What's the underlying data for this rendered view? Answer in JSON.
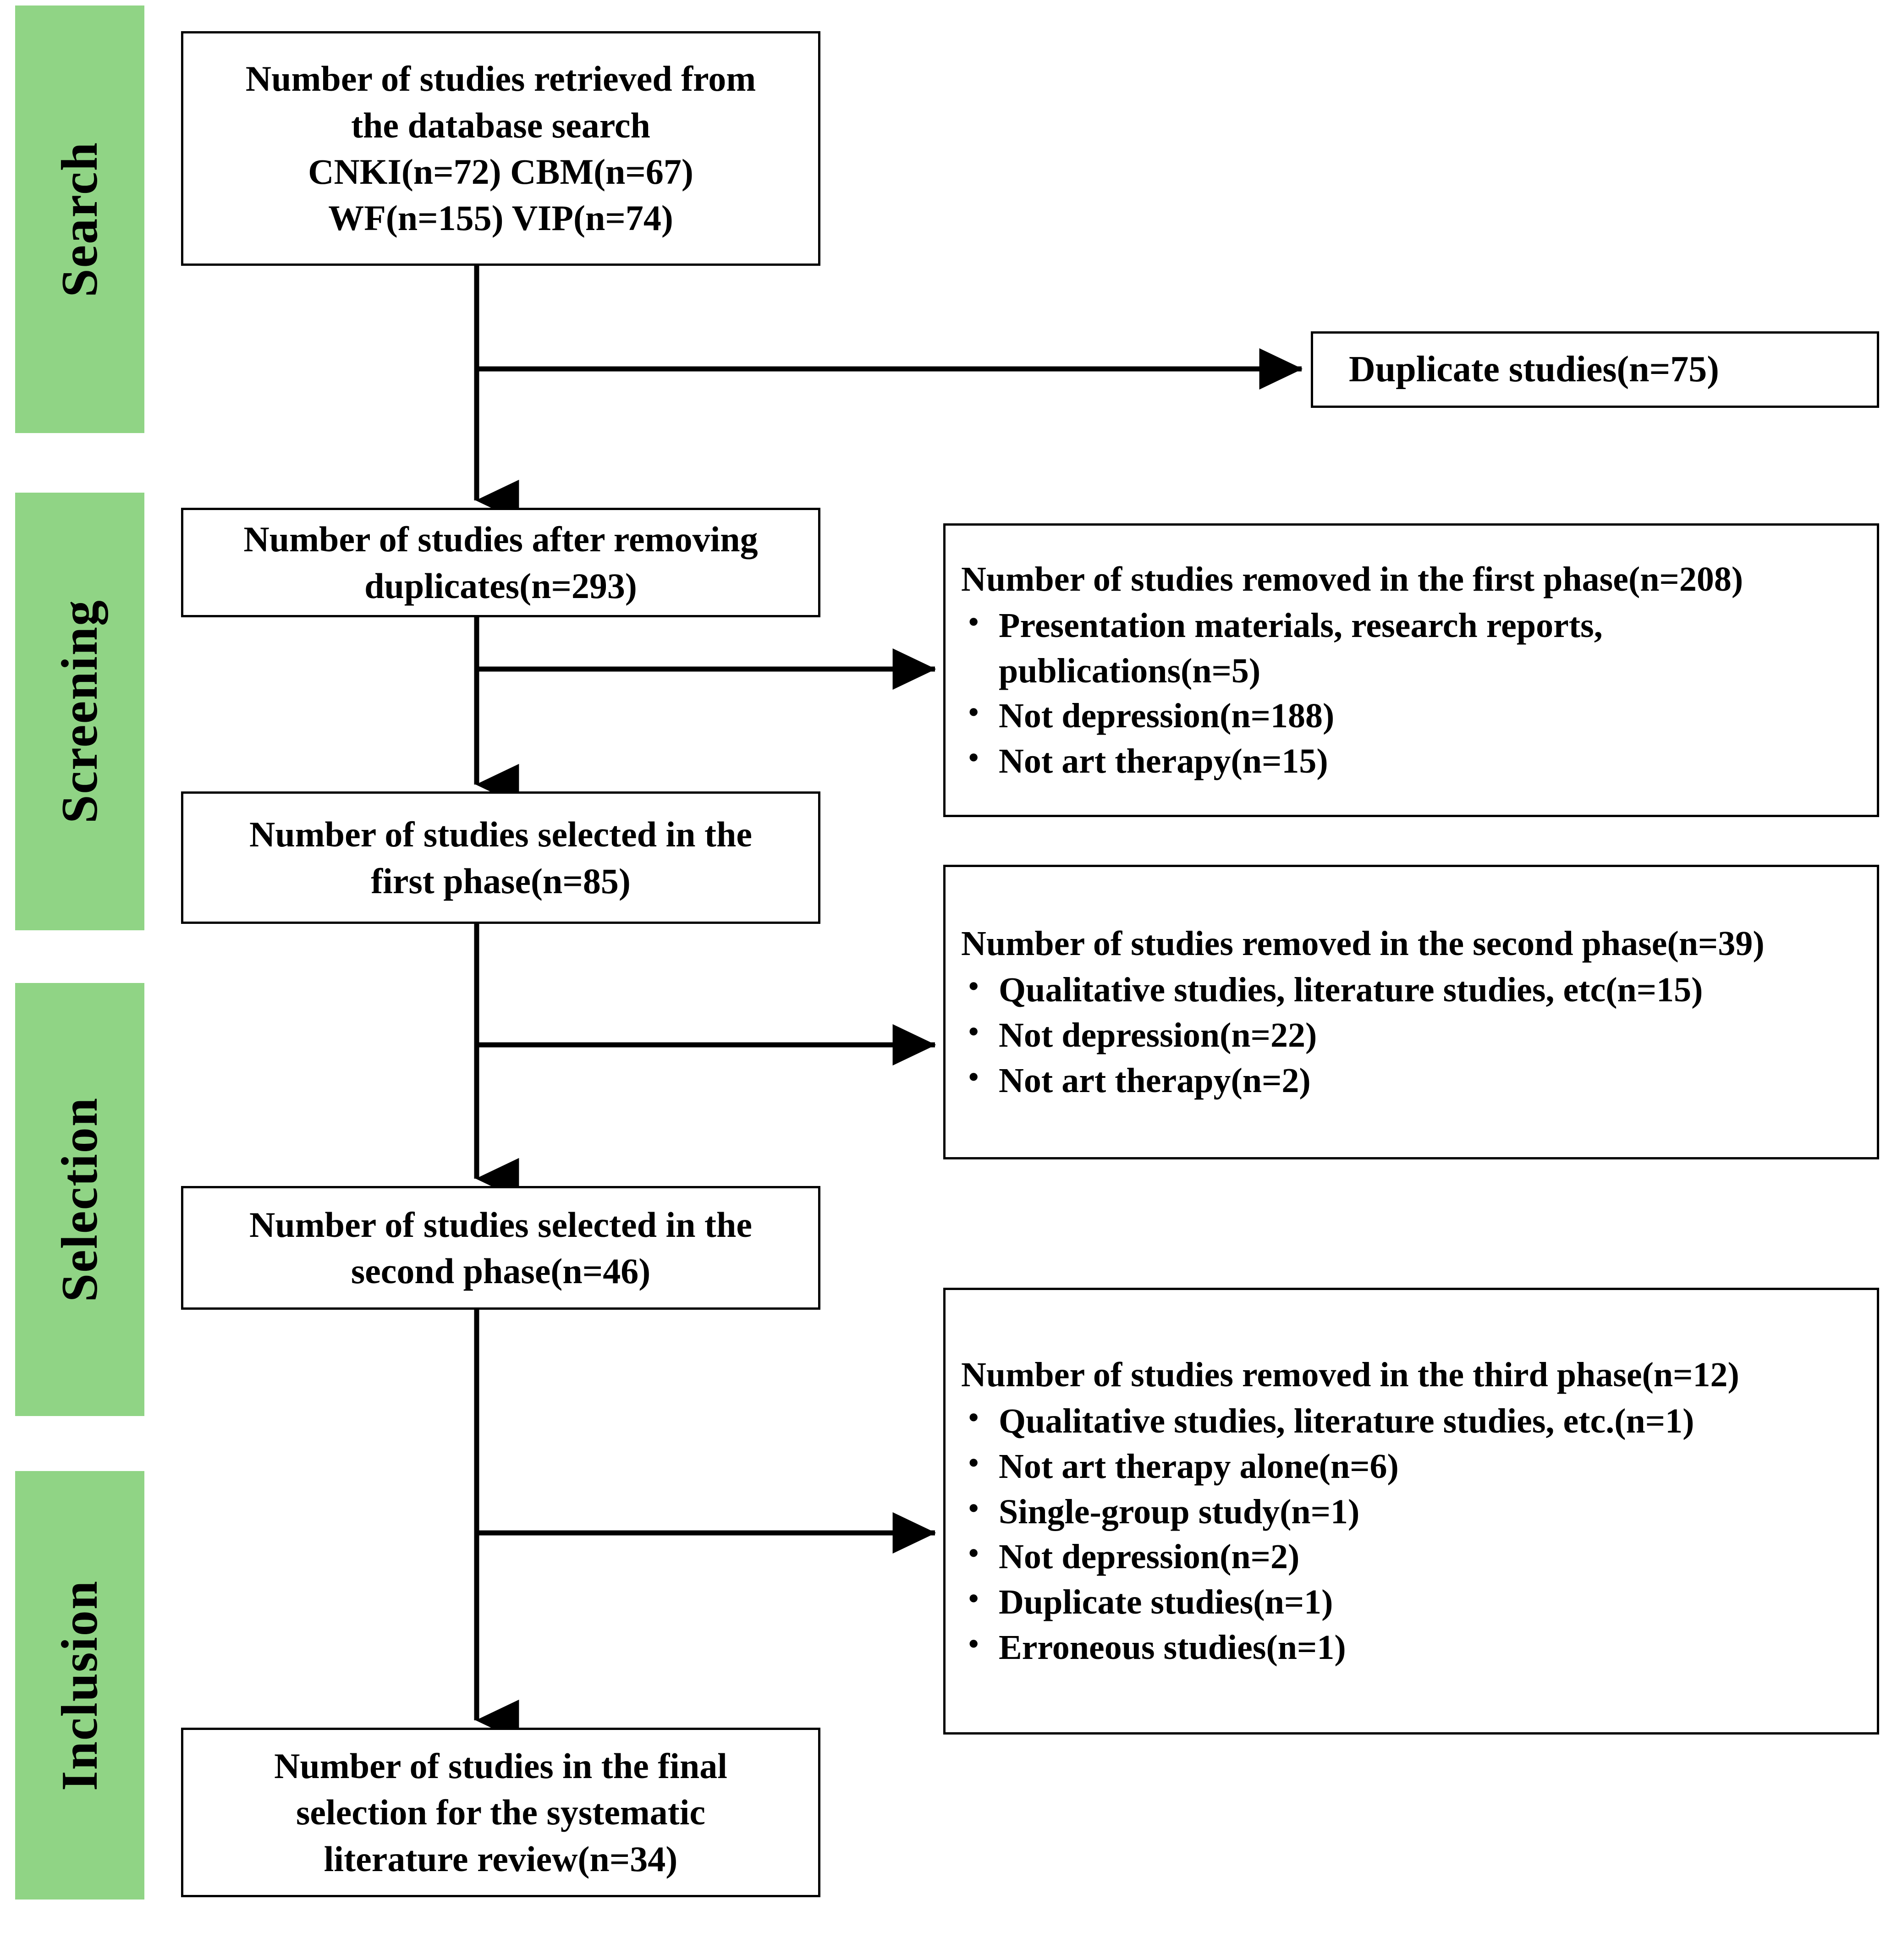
{
  "diagram": {
    "title": "PRISMA study selection flow diagram",
    "stage_bar_color": "#90D485",
    "line_color": "#000000",
    "box_border_color": "#000000",
    "box_fill_color": "#FFFFFF"
  },
  "stages": [
    {
      "id": "search",
      "label": "Search"
    },
    {
      "id": "screening",
      "label": "Screening"
    },
    {
      "id": "selection",
      "label": "Selection"
    },
    {
      "id": "inclusion",
      "label": "Inclusion"
    }
  ],
  "flow_nodes": {
    "retrieved": {
      "lines": [
        "Number of studies retrieved from",
        "the database search",
        "CNKI(n=72)   CBM(n=67)",
        "WF(n=155)   VIP(n=74)"
      ]
    },
    "after_duplicates": {
      "lines": [
        "Number of studies after removing",
        "duplicates(n=293)"
      ]
    },
    "selected_first": {
      "lines": [
        "Number of studies selected in the",
        "first phase(n=85)"
      ]
    },
    "selected_second": {
      "lines": [
        "Number of studies selected in the",
        "second phase(n=46)"
      ]
    },
    "final_selection": {
      "lines": [
        "Number of studies in the final",
        "selection for the systematic",
        "literature review(n=34)"
      ]
    }
  },
  "exclusion_nodes": {
    "duplicates": {
      "label": "Duplicate studies(n=75)"
    },
    "removed_first": {
      "heading": "Number of studies removed in  the first phase(n=208)",
      "items": [
        "Presentation materials, research reports, publications(n=5)",
        "Not depression(n=188)",
        "Not art therapy(n=15)"
      ]
    },
    "removed_second": {
      "heading": "Number of studies removed in  the second phase(n=39)",
      "items": [
        "Qualitative studies, literature studies, etc(n=15)",
        "Not depression(n=22)",
        "Not art therapy(n=2)"
      ]
    },
    "removed_third": {
      "heading": "Number of studies removed in  the third phase(n=12)",
      "items": [
        "Qualitative studies, literature studies, etc.(n=1)",
        "Not art therapy alone(n=6)",
        "Single-group study(n=1)",
        "Not depression(n=2)",
        "Duplicate studies(n=1)",
        "Erroneous studies(n=1)"
      ]
    }
  }
}
